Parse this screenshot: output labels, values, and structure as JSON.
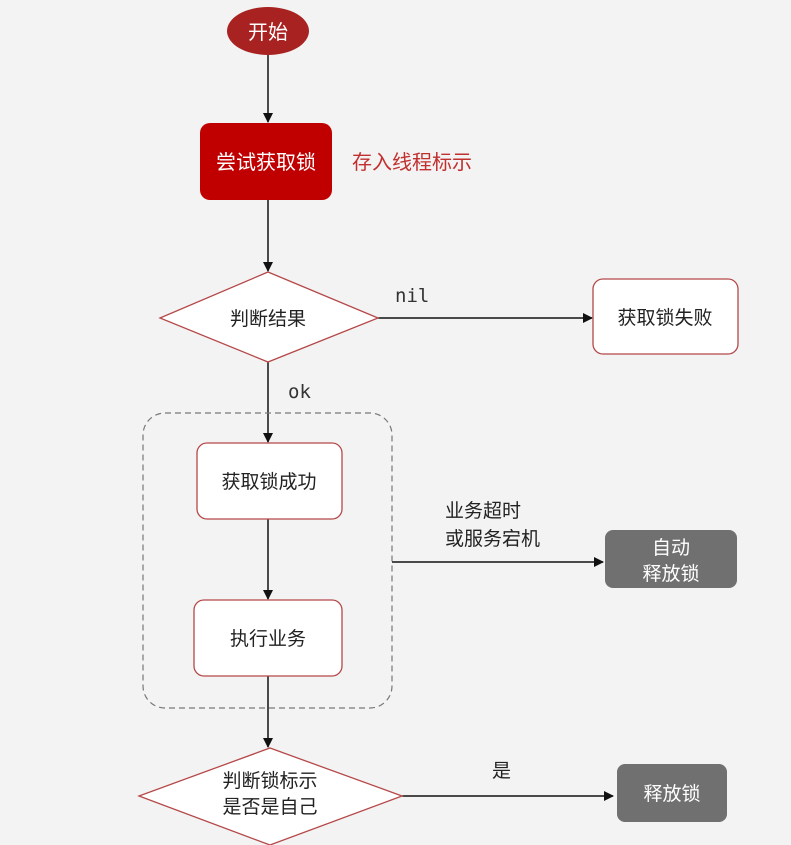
{
  "nodes": {
    "start": "开始",
    "try_lock": "尝试获取锁",
    "try_lock_note": "存入线程标示",
    "judge_result": "判断结果",
    "fail": "获取锁失败",
    "success": "获取锁成功",
    "execute": "执行业务",
    "auto_release_line1": "自动",
    "auto_release_line2": "释放锁",
    "judge_owner_line1": "判断锁标示",
    "judge_owner_line2": "是否是自己",
    "release": "释放锁"
  },
  "edges": {
    "nil": "nil",
    "ok": "ok",
    "timeout_line1": "业务超时",
    "timeout_line2": "或服务宕机",
    "yes": "是"
  },
  "colors": {
    "start": "#a82222",
    "try_lock": "#c00000",
    "note": "#c0302f",
    "border": "#b54848",
    "gray": "#707070",
    "background": "#f3f3f3"
  }
}
